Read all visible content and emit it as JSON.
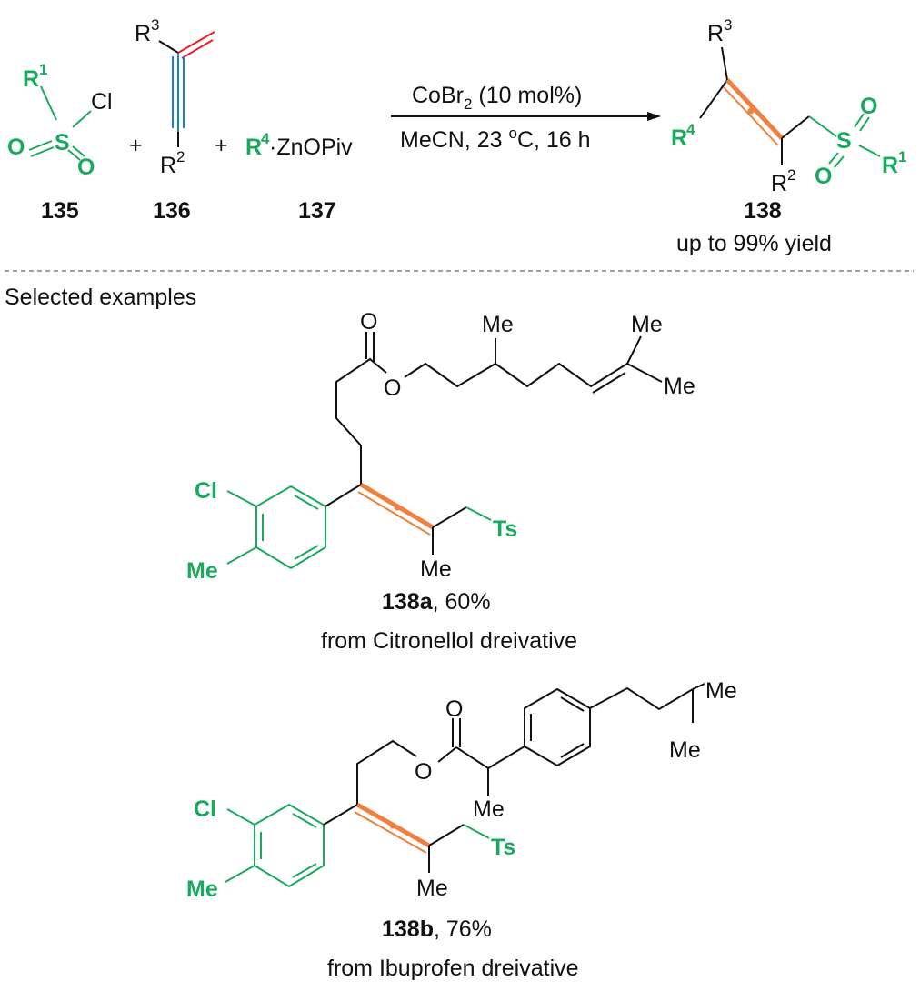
{
  "reaction": {
    "reagent1": {
      "label": "135",
      "r": "R",
      "r_sup": "1",
      "s": "S",
      "cl": "Cl",
      "o1": "O",
      "o2": "O"
    },
    "reagent2": {
      "label": "136",
      "r3": "R",
      "r3_sup": "3",
      "r2": "R",
      "r2_sup": "2"
    },
    "reagent3": {
      "label": "137",
      "r4": "R",
      "r4_sup": "4",
      "zn": "·ZnOPiv"
    },
    "plus": "+",
    "conditions_top": "CoBr",
    "conditions_top_sub": "2",
    "conditions_top_rest": " (10 mol%)",
    "conditions_bottom": "MeCN, 23 ",
    "conditions_deg": "o",
    "conditions_bottom_rest": "C, 16 h",
    "product": {
      "label": "138",
      "yield": "up to 99% yield",
      "r3": "R",
      "r3_sup": "3",
      "r4": "R",
      "r4_sup": "4",
      "r2": "R",
      "r2_sup": "2",
      "s": "S",
      "o1": "O",
      "o2": "O",
      "r1": "R",
      "r1_sup": "1"
    }
  },
  "section_title": "Selected examples",
  "examples": [
    {
      "id": "138a",
      "yield": ", 60%",
      "source": "from Citronellol dreivative",
      "o_carbonyl": "O",
      "o_ester": "O",
      "me1": "Me",
      "me2": "Me",
      "me3": "Me",
      "me_allene": "Me",
      "cl": "Cl",
      "me_ar": "Me",
      "ts": "Ts"
    },
    {
      "id": "138b",
      "yield": ", 76%",
      "source": "from Ibuprofen dreivative",
      "o_carbonyl": "O",
      "o_ester": "O",
      "me_alpha": "Me",
      "me1": "Me",
      "me2": "Me",
      "me_allene": "Me",
      "cl": "Cl",
      "me_ar": "Me",
      "ts": "Ts"
    }
  ],
  "colors": {
    "green": "#1aaa5e",
    "orange": "#f08040",
    "red": "#e8202a",
    "blue": "#1a7ee0"
  }
}
